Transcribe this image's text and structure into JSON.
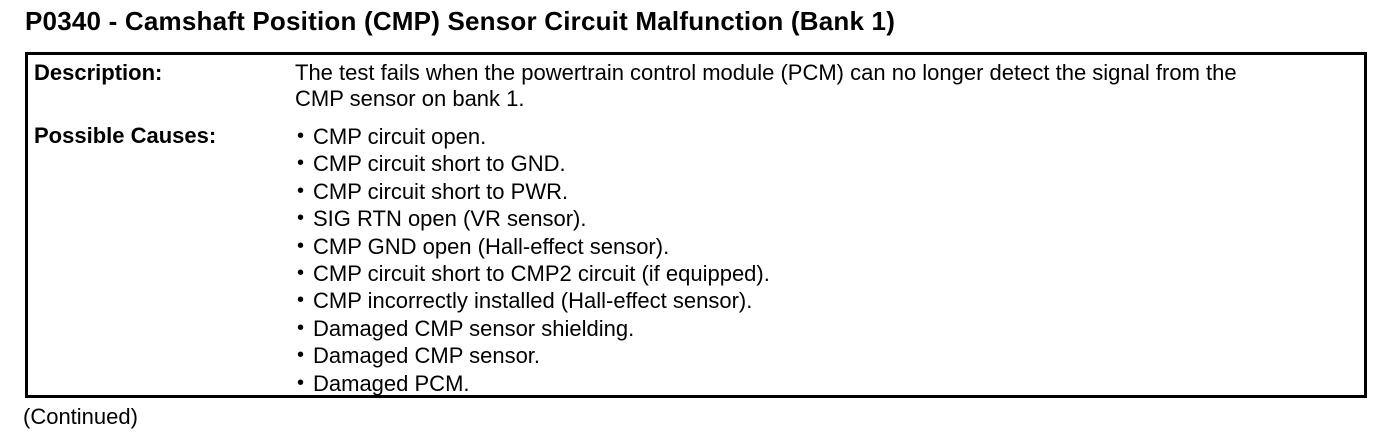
{
  "document": {
    "title": "P0340 - Camshaft Position (CMP) Sensor Circuit Malfunction (Bank 1)",
    "continued_note": "(Continued)"
  },
  "table": {
    "description": {
      "label": "Description:",
      "text": "The test fails when the powertrain control module (PCM) can no longer detect the signal from the CMP sensor on bank 1."
    },
    "possible_causes": {
      "label": "Possible Causes:",
      "bullet_icon": "•",
      "items": [
        "CMP circuit open.",
        "CMP circuit short to GND.",
        "CMP circuit short to PWR.",
        "SIG RTN open (VR sensor).",
        "CMP GND open (Hall-effect sensor).",
        "CMP circuit short to CMP2 circuit (if equipped).",
        "CMP incorrectly installed (Hall-effect sensor).",
        "Damaged CMP sensor shielding.",
        "Damaged CMP sensor.",
        "Damaged PCM."
      ]
    }
  },
  "colors": {
    "text": "#000000",
    "background": "#ffffff",
    "border": "#000000"
  }
}
